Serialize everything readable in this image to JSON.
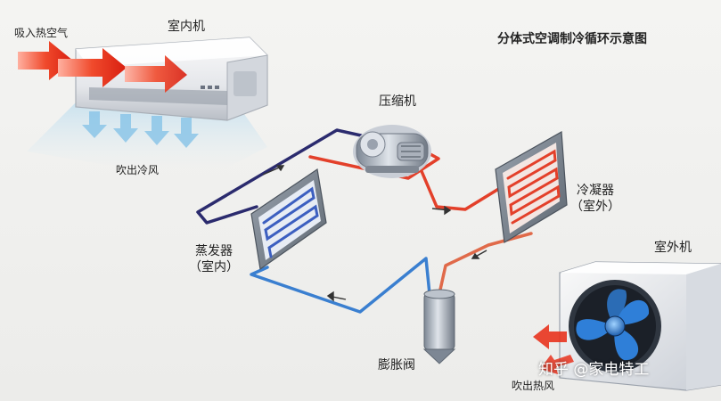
{
  "diagram": {
    "title": "分体式空调制冷循环示意图",
    "indoor_unit": {
      "label": "室内机",
      "intake_label": "吸入热空气",
      "outflow_label": "吹出冷风"
    },
    "compressor": {
      "label": "压缩机"
    },
    "condenser": {
      "label": "冷凝器",
      "location": "（室外）"
    },
    "evaporator": {
      "label": "蒸发器",
      "location": "（室内）"
    },
    "expansion_valve": {
      "label": "膨胀阀"
    },
    "outdoor_unit": {
      "label": "室外机",
      "outflow_label": "吹出热风"
    }
  },
  "watermark": "知乎 @家电特工",
  "colors": {
    "hot_line": "#e3402a",
    "cold_line": "#3a7fd0",
    "low_pressure_line": "#2b2b6e",
    "hot_air": "#e8331e",
    "cold_air": "#a9d6ee",
    "fan_blade": "#2f7fd8"
  }
}
